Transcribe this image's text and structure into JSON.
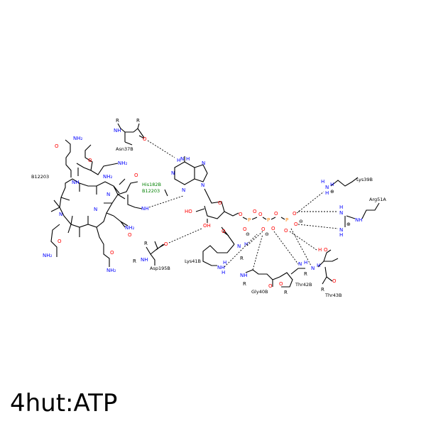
{
  "caption": "4hut:ATP",
  "labels": {
    "asn37b": "Asn37B",
    "b12203": "B12203",
    "his182b": "His182B",
    "his182b_sub": "B12203",
    "lys39b": "Lys39B",
    "arg51a": "Arg51A",
    "asp195b": "Asp195B",
    "lys41b": "Lys41B",
    "gly40b": "Gly40B",
    "thr42b": "Thr42B",
    "thr43b": "Thr43B"
  },
  "atoms": {
    "nh2": "NH₂",
    "nh": "NH",
    "h_n": "H",
    "n": "N",
    "h": "H",
    "o": "O",
    "r": "R",
    "p": "P",
    "ho": "HO",
    "oh": "OH",
    "minus": "⊖",
    "plus": "⊕"
  },
  "colors": {
    "nitrogen": "#0000ff",
    "oxygen": "#ff0000",
    "phosphorus": "#ff8000",
    "residue_label": "#000000",
    "pi_label": "#008000"
  }
}
